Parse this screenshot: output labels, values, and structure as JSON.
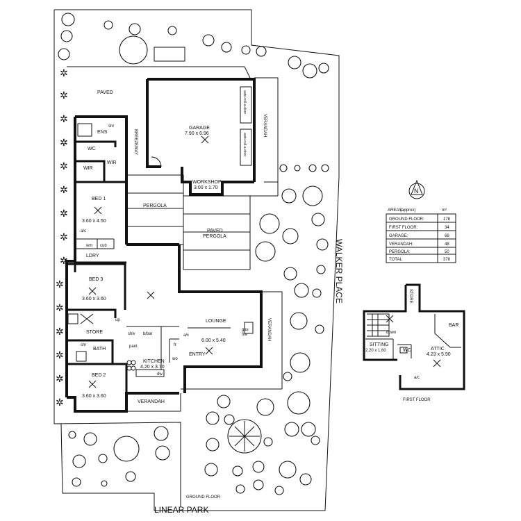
{
  "ground_floor": {
    "caption": "GROUND FLOOR",
    "street_bottom": "LINEAR PARK",
    "street_right": "WALKER PLACE",
    "rooms": {
      "paved": "PAVED",
      "ens": "ENS",
      "shr_ens": "shr",
      "wc": "WC",
      "wir": "WIR",
      "wir2": "WIR",
      "breezeway": "BREEZEWAY",
      "bed1": {
        "name": "BED 1",
        "size": "3.60 x 4.50"
      },
      "ac1": "a/c",
      "wm": "wm",
      "cub": "cub",
      "ldry": "LDRY",
      "pergola": "PERGOLA",
      "paved_pergola": {
        "line1": "PAVED",
        "line2": "PERGOLA"
      },
      "garage": {
        "name": "GARAGE",
        "size": "7.90 x 6.96"
      },
      "door1": "auto-roll-a-door",
      "door2": "auto-roll-a-door",
      "workshop": {
        "name": "WORKSHOP",
        "size": "3.00 x 1.70"
      },
      "verandah_top": "VERANDAH",
      "bed3": {
        "name": "BED 3",
        "size": "3.60 x 3.60"
      },
      "up": "up",
      "store": "STORE",
      "shr_bath": "shr",
      "bath": "BATH",
      "shlv": "shlv",
      "bbar": "b/bar",
      "pant": "pant",
      "kitchen": {
        "name": "KITCHEN",
        "size": "4.20 x 3.70"
      },
      "fr": "fr",
      "wo": "wo",
      "dw": "dw",
      "ac2": "a/c",
      "lounge": {
        "name": "LOUNGE",
        "size": "6.00 x 5.40"
      },
      "gas_fire": {
        "line1": "gas",
        "line2": "fire"
      },
      "entry": "ENTRY",
      "verandah_right": "VERANDAH",
      "bed2": {
        "name": "BED 2",
        "size": "3.60 x 3.60"
      },
      "verandah_bottom": "VERANDAH"
    }
  },
  "compass": {
    "label": "N"
  },
  "areas_table": {
    "header_label": "AREAS",
    "header_note": "(approx)",
    "header_unit": "m²",
    "rows": [
      {
        "label": "GROUND FLOOR:",
        "value": "178"
      },
      {
        "label": "FIRST FLOOR:",
        "value": "34"
      },
      {
        "label": "GARAGE:",
        "value": "68"
      },
      {
        "label": "VERANDAH:",
        "value": "48"
      },
      {
        "label": "PERGOLA:",
        "value": "50"
      }
    ],
    "total_label": "TOTAL",
    "total_value": "378"
  },
  "first_floor": {
    "caption": "FIRST FLOOR",
    "store": "STORE",
    "bar": "BAR",
    "down": "down",
    "sitting": {
      "name": "SITTING",
      "size": "2.20 x 1.60"
    },
    "wc": "WC",
    "attic": {
      "name": "ATTIC",
      "size": "4.23 x 5.90"
    },
    "ac": "a/c"
  }
}
